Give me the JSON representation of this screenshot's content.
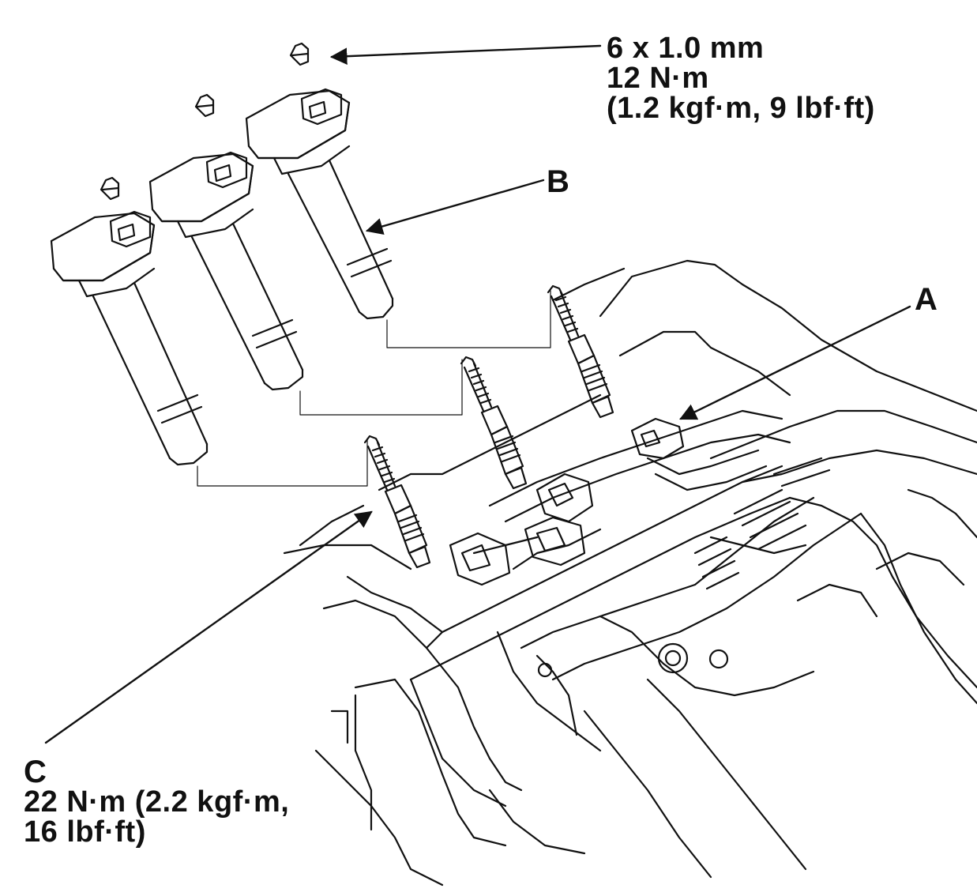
{
  "labels": {
    "nut": {
      "size": "6 x 1.0 mm",
      "torque": "12 N·m",
      "torque_alt": "(1.2 kgf·m, 9 lbf·ft)"
    },
    "callout_b": "B",
    "callout_a": "A",
    "plug": {
      "letter": "C",
      "torque_line1": "22 N·m (2.2 kgf·m,",
      "torque_line2": "16 lbf·ft)"
    }
  },
  "colors": {
    "ink": "#111111",
    "background": "#ffffff"
  }
}
